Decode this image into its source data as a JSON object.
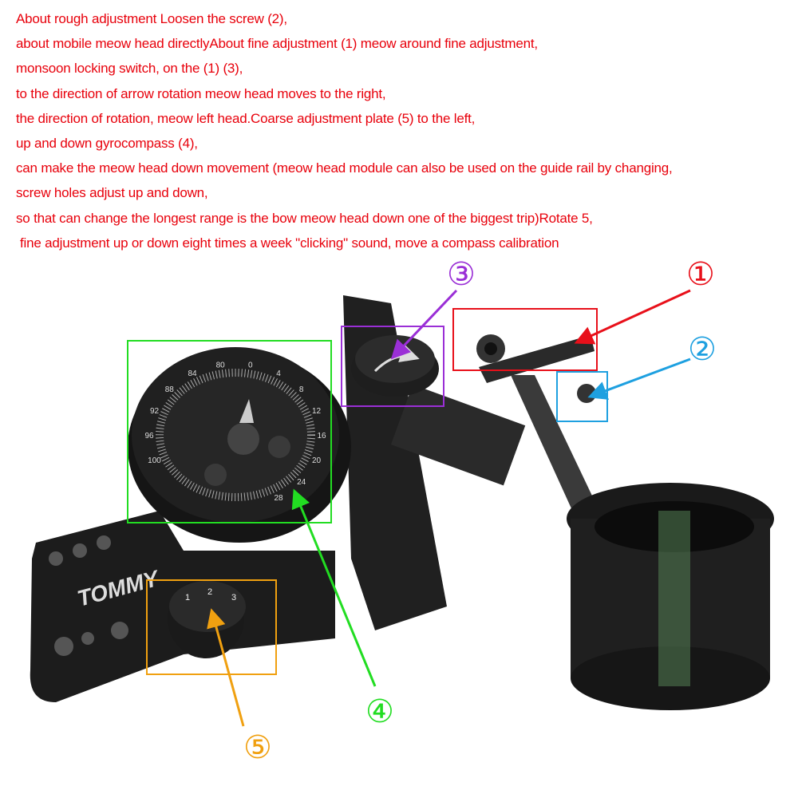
{
  "description_lines": [
    "About rough adjustment Loosen the screw (2),",
    "about mobile meow head directlyAbout fine adjustment (1) meow around fine adjustment,",
    "monsoon locking switch, on the (1) (3),",
    "to the direction of arrow rotation meow head moves to the right,",
    "the direction of rotation, meow left head.Coarse adjustment plate (5) to the left,",
    "up and down gyrocompass (4),",
    "can make the meow head down movement (meow head module can also be used on the guide rail by changing,",
    "screw holes adjust up and down,",
    "so that can change the longest range is the bow meow head down one of the biggest trip)Rotate 5,",
    " fine adjustment up or down eight times a week \"clicking\" sound, move a compass calibration"
  ],
  "callouts": [
    {
      "label": "①",
      "color": "#e8101a"
    },
    {
      "label": "②",
      "color": "#1ea0e0"
    },
    {
      "label": "③",
      "color": "#9a2fd6"
    },
    {
      "label": "④",
      "color": "#22dd22"
    },
    {
      "label": "⑤",
      "color": "#f0a010"
    }
  ],
  "product": {
    "brand_mark": "TOMMY",
    "dial_numbers": [
      "100",
      "96",
      "92",
      "88",
      "84",
      "80",
      "0",
      "4",
      "8",
      "12",
      "16",
      "20",
      "24",
      "28"
    ],
    "knob_numbers": [
      "1",
      "2",
      "3"
    ]
  }
}
